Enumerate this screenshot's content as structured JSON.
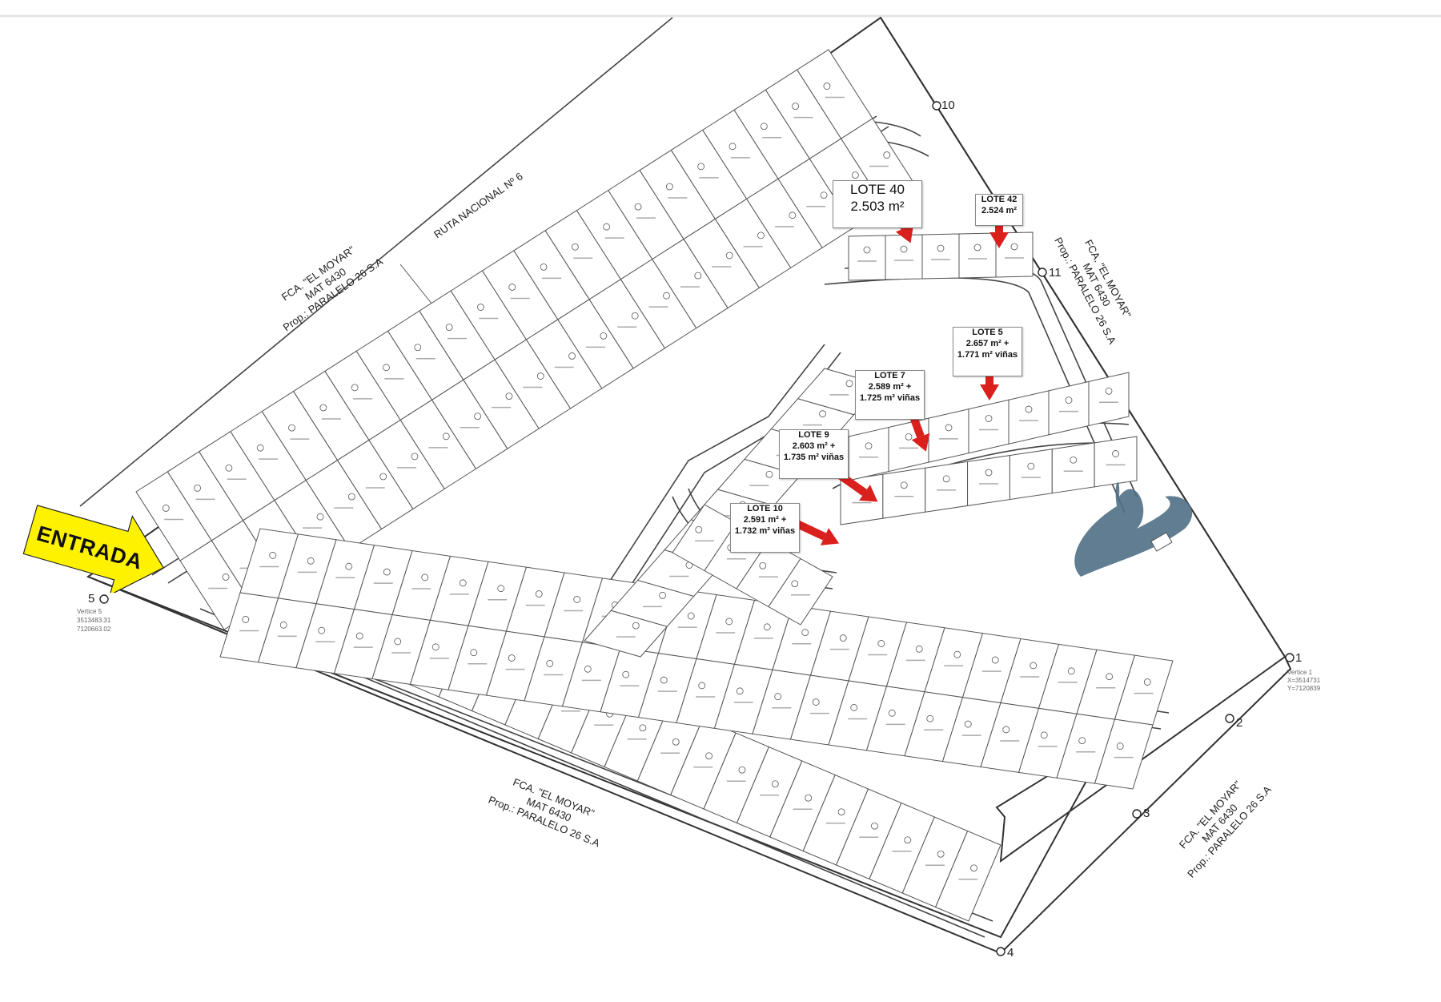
{
  "entrance_label": "ENTRADA",
  "owner_labels": [
    {
      "line1": "FCA. \"EL MOYAR\"",
      "line2": "MAT 6430",
      "line3": "Prop.: PARALELO 26 S.A"
    },
    {
      "line1": "FCA. \"EL MOYAR\"",
      "line2": "MAT 6430",
      "line3": "Prop.: PARALELO 26 S.A"
    },
    {
      "line1": "FCA. \"EL MOYAR\"",
      "line2": "MAT 6430",
      "line3": "Prop.: PARALELO 26 S.A"
    },
    {
      "line1": "FCA. \"EL MOYAR\"",
      "line2": "MAT 6430",
      "line3": "Prop.: PARALELO 26 S.A"
    }
  ],
  "road_label": "RUTA NACIONAL Nº 6",
  "vertices": [
    "1",
    "2",
    "3",
    "4",
    "5",
    "10",
    "11"
  ],
  "vertex_notes": {
    "v1": {
      "line1": "Vertice 1",
      "line2": "X=3514731",
      "line3": "Y=7120839"
    },
    "v5": {
      "line1": "Vertice 5",
      "line2": "3513483.31",
      "line3": "7120663.02"
    }
  },
  "callouts": [
    {
      "title": "LOTE 40",
      "area": "2.503 m²",
      "vines": ""
    },
    {
      "title": "LOTE 42",
      "area": "2.524 m²",
      "vines": ""
    },
    {
      "title": "LOTE 5",
      "area": "2.657 m² +",
      "vines": "1.771 m² viñas"
    },
    {
      "title": "LOTE 7",
      "area": "2.589 m² +",
      "vines": "1.725 m² viñas"
    },
    {
      "title": "LOTE 9",
      "area": "2.603 m² +",
      "vines": "1.735 m² viñas"
    },
    {
      "title": "LOTE 10",
      "area": "2.591 m² +",
      "vines": "1.732 m² viñas"
    }
  ],
  "colors": {
    "arrow_red": "#d9201c",
    "entrance_yellow": "#fff200",
    "pond_blue": "#4f6f86"
  }
}
